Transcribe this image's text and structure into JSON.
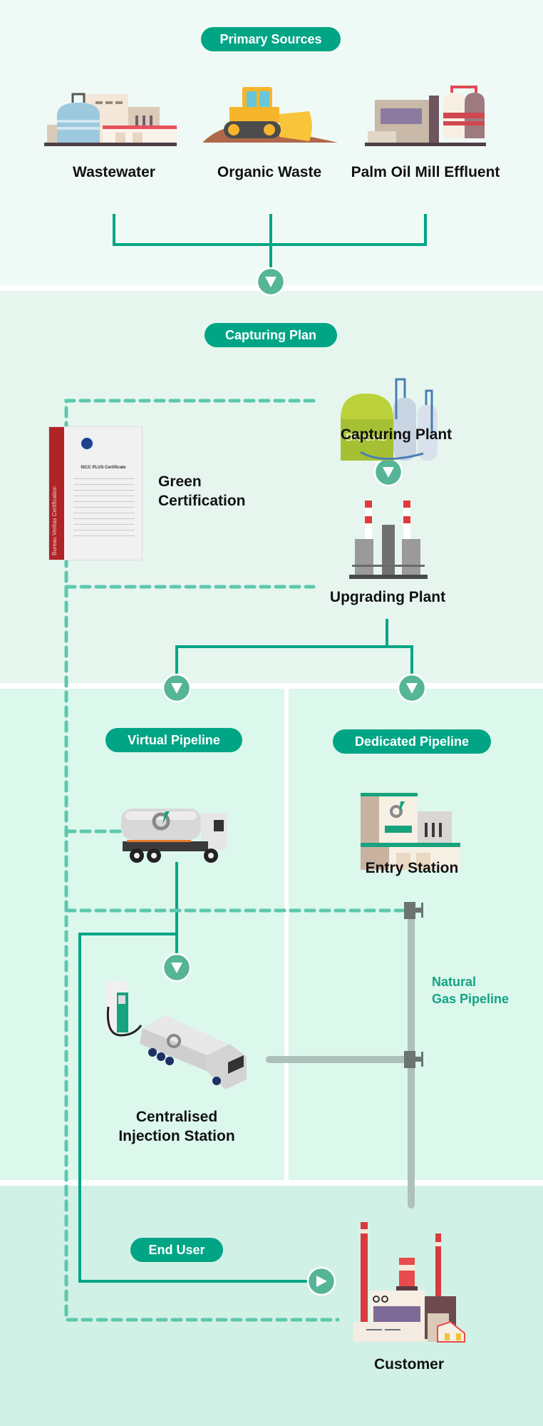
{
  "colors": {
    "accent": "#00a585",
    "arrow_circle": "#56b497",
    "dashed_line": "#5cc8ad",
    "pipeline_gray": "#adc0b9",
    "valve_gray": "#6b7470",
    "text": "#111111",
    "pipeline_label": "#13a383"
  },
  "primary_sources": {
    "title": "Primary Sources",
    "items": [
      {
        "label": "Wastewater",
        "icon": "wastewater-plant-icon"
      },
      {
        "label": "Organic Waste",
        "icon": "bulldozer-icon"
      },
      {
        "label": "Palm Oil Mill Effluent",
        "icon": "palm-oil-mill-icon"
      }
    ]
  },
  "capturing_plan": {
    "title": "Capturing Plan",
    "capturing_plant": {
      "label": "Capturing Plant",
      "tank_text": "BIOGAS"
    },
    "upgrading_plant": {
      "label": "Upgrading Plant"
    },
    "certification": {
      "label_line1": "Green",
      "label_line2": "Certification",
      "doc_title": "ISCC PLUS Certificate",
      "doc_side_text": "Bureau Veritas Certification"
    }
  },
  "virtual_pipeline": {
    "title": "Virtual Pipeline",
    "injection_station": {
      "label_line1": "Centralised",
      "label_line2": "Injection Station"
    }
  },
  "dedicated_pipeline": {
    "title": "Dedicated Pipeline",
    "entry_station": {
      "label": "Entry Station"
    },
    "pipeline_label_line1": "Natural",
    "pipeline_label_line2": "Gas Pipeline"
  },
  "end_user": {
    "title": "End User",
    "customer": {
      "label": "Customer"
    }
  }
}
